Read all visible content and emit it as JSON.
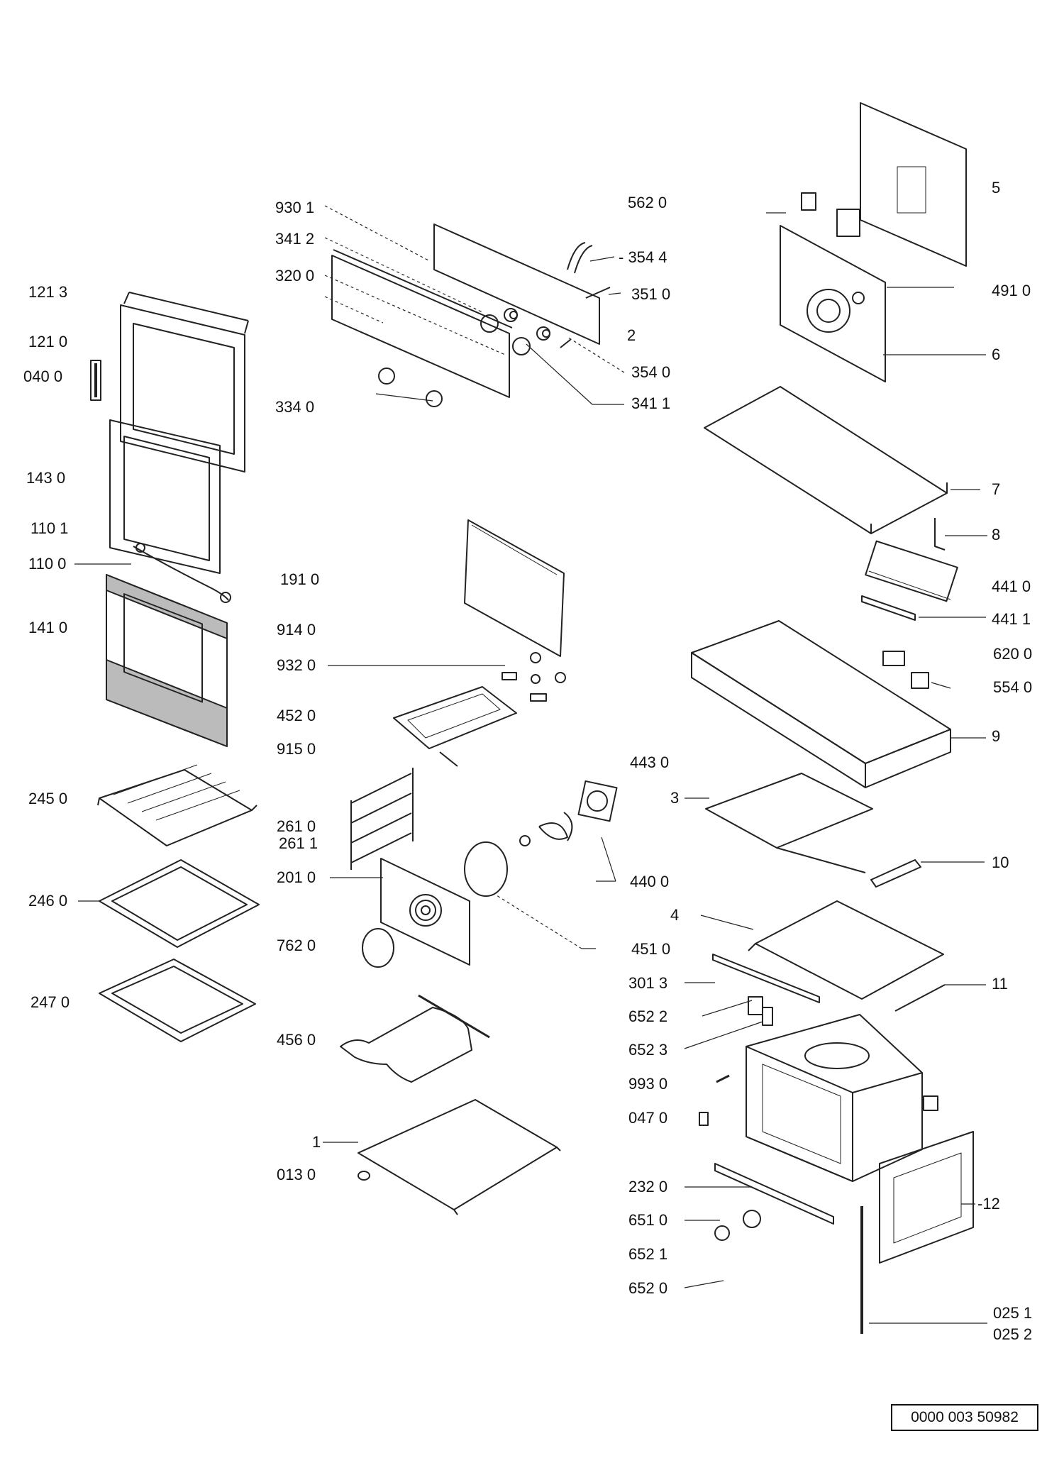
{
  "diagram": {
    "part_labels": [
      "930 1",
      "341 2",
      "320 0",
      "334 0",
      "562 0",
      "- 354 4",
      "351 0",
      "2",
      "354 0",
      "341 1",
      "121 3",
      "121 0",
      "040 0",
      "143 0",
      "110 1",
      "110 0",
      "141 0",
      "245 0",
      "246 0",
      "247 0",
      "191 0",
      "914 0",
      "932 0",
      "452 0",
      "915 0",
      "261 0",
      "261 1",
      "201 0",
      "762 0",
      "456 0",
      "1",
      "013 0",
      "443 0",
      "440 0",
      "451 0",
      "301 3",
      "652 2",
      "652 3",
      "993 0",
      "047 0",
      "232 0",
      "651 0",
      "652 1",
      "652 0",
      "5",
      "491 0",
      "6",
      "7",
      "8",
      "441 0",
      "441 1",
      "620 0",
      "554 0",
      "9",
      "3",
      "10",
      "4",
      "11",
      "-12",
      "025 1",
      "025 2"
    ],
    "document_number": "0000 003 50982"
  }
}
